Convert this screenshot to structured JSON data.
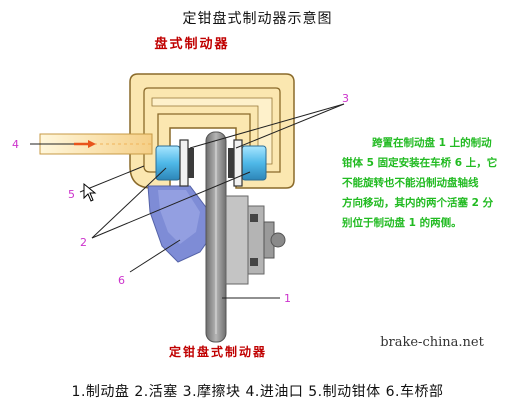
{
  "page": {
    "title": "定钳盘式制动器示意图",
    "legend": "1.制动盘 2.活塞 3.摩擦块 4.进油口 5.制动钳体 6.车桥部"
  },
  "diagram": {
    "heading_top": "盘式制动器",
    "heading_bottom": "定钳盘式制动器",
    "watermark": "brake-china.net",
    "callouts": {
      "c1": "1",
      "c2": "2",
      "c3": "3",
      "c4": "4",
      "c5": "5",
      "c6": "6"
    },
    "description": [
      "跨置在制动盘 1 上的制动",
      "钳体 5 固定安装在车桥 6 上，它",
      "不能旋转也不能沿制动盘轴线",
      "方向移动，其内的两个活塞 2 分",
      "别位于制动盘 1 的两侧。"
    ],
    "colors": {
      "heading_red": "#c00000",
      "description_green": "#22bb22",
      "callout_magenta": "#cc33cc",
      "caliper_fill": "#fbe7b0",
      "caliper_stroke": "#8a6a2a",
      "disc_gray": "#8c8c8c",
      "axle_blue": "#7e8cd6",
      "piston_blue": "#5ec6f0",
      "hub_gray": "#bdbdbd"
    }
  }
}
